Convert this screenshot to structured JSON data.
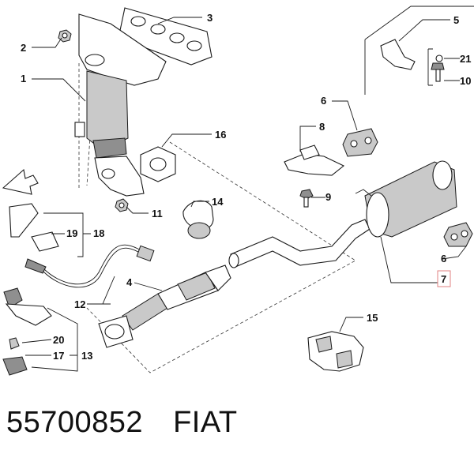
{
  "diagram": {
    "callouts": [
      {
        "id": "c1",
        "text": "1"
      },
      {
        "id": "c2",
        "text": "2"
      },
      {
        "id": "c3",
        "text": "3"
      },
      {
        "id": "c4",
        "text": "4"
      },
      {
        "id": "c5",
        "text": "5"
      },
      {
        "id": "c6a",
        "text": "6"
      },
      {
        "id": "c6b",
        "text": "6"
      },
      {
        "id": "c7",
        "text": "7",
        "highlight": true
      },
      {
        "id": "c8",
        "text": "8"
      },
      {
        "id": "c9",
        "text": "9"
      },
      {
        "id": "c10",
        "text": "10"
      },
      {
        "id": "c11",
        "text": "11"
      },
      {
        "id": "c12",
        "text": "12"
      },
      {
        "id": "c13",
        "text": "13"
      },
      {
        "id": "c14",
        "text": "14"
      },
      {
        "id": "c15",
        "text": "15"
      },
      {
        "id": "c16",
        "text": "16"
      },
      {
        "id": "c17",
        "text": "17"
      },
      {
        "id": "c18",
        "text": "18"
      },
      {
        "id": "c19",
        "text": "19"
      },
      {
        "id": "c20",
        "text": "20"
      },
      {
        "id": "c21",
        "text": "21"
      }
    ],
    "highlight_color": "#e08080",
    "line_color": "#1a1a1a",
    "part_fill": "#c9c9c9"
  },
  "footer": {
    "part_number": "55700852",
    "brand": "FIAT"
  }
}
